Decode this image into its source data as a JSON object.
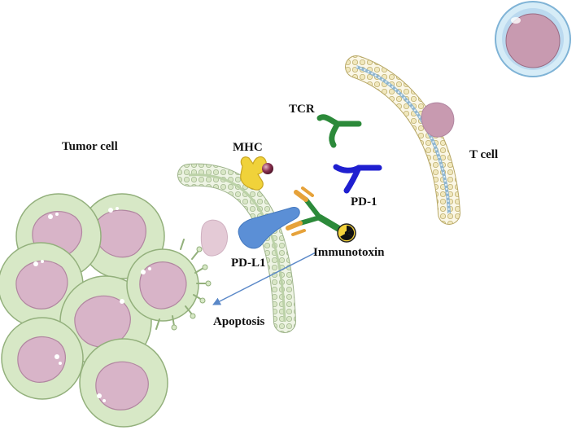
{
  "labels": {
    "tumor_cell": "Tumor cell",
    "t_cell": "T cell",
    "tcr": "TCR",
    "mhc": "MHC",
    "pd1": "PD-1",
    "pdl1": "PD-L1",
    "immunotoxin": "Immunotoxin",
    "apoptosis": "Apoptosis"
  },
  "colors": {
    "tumor_membrane": "#c9dcb8",
    "tumor_nucleus": "#d8b4c8",
    "t_membrane_head": "#e3d9a3",
    "mhc": "#f0d23a",
    "tcr": "#2c8a3a",
    "pd1": "#1f1fd0",
    "pdl1": "#5b8fd6",
    "immunotoxin": "#2c8a3a",
    "toxin_fc": "#e6a23a",
    "arrow": "#5a88c8",
    "lymphocyte_ring": "#a9cdea"
  },
  "icons": {
    "toxin": "radiation-icon"
  }
}
